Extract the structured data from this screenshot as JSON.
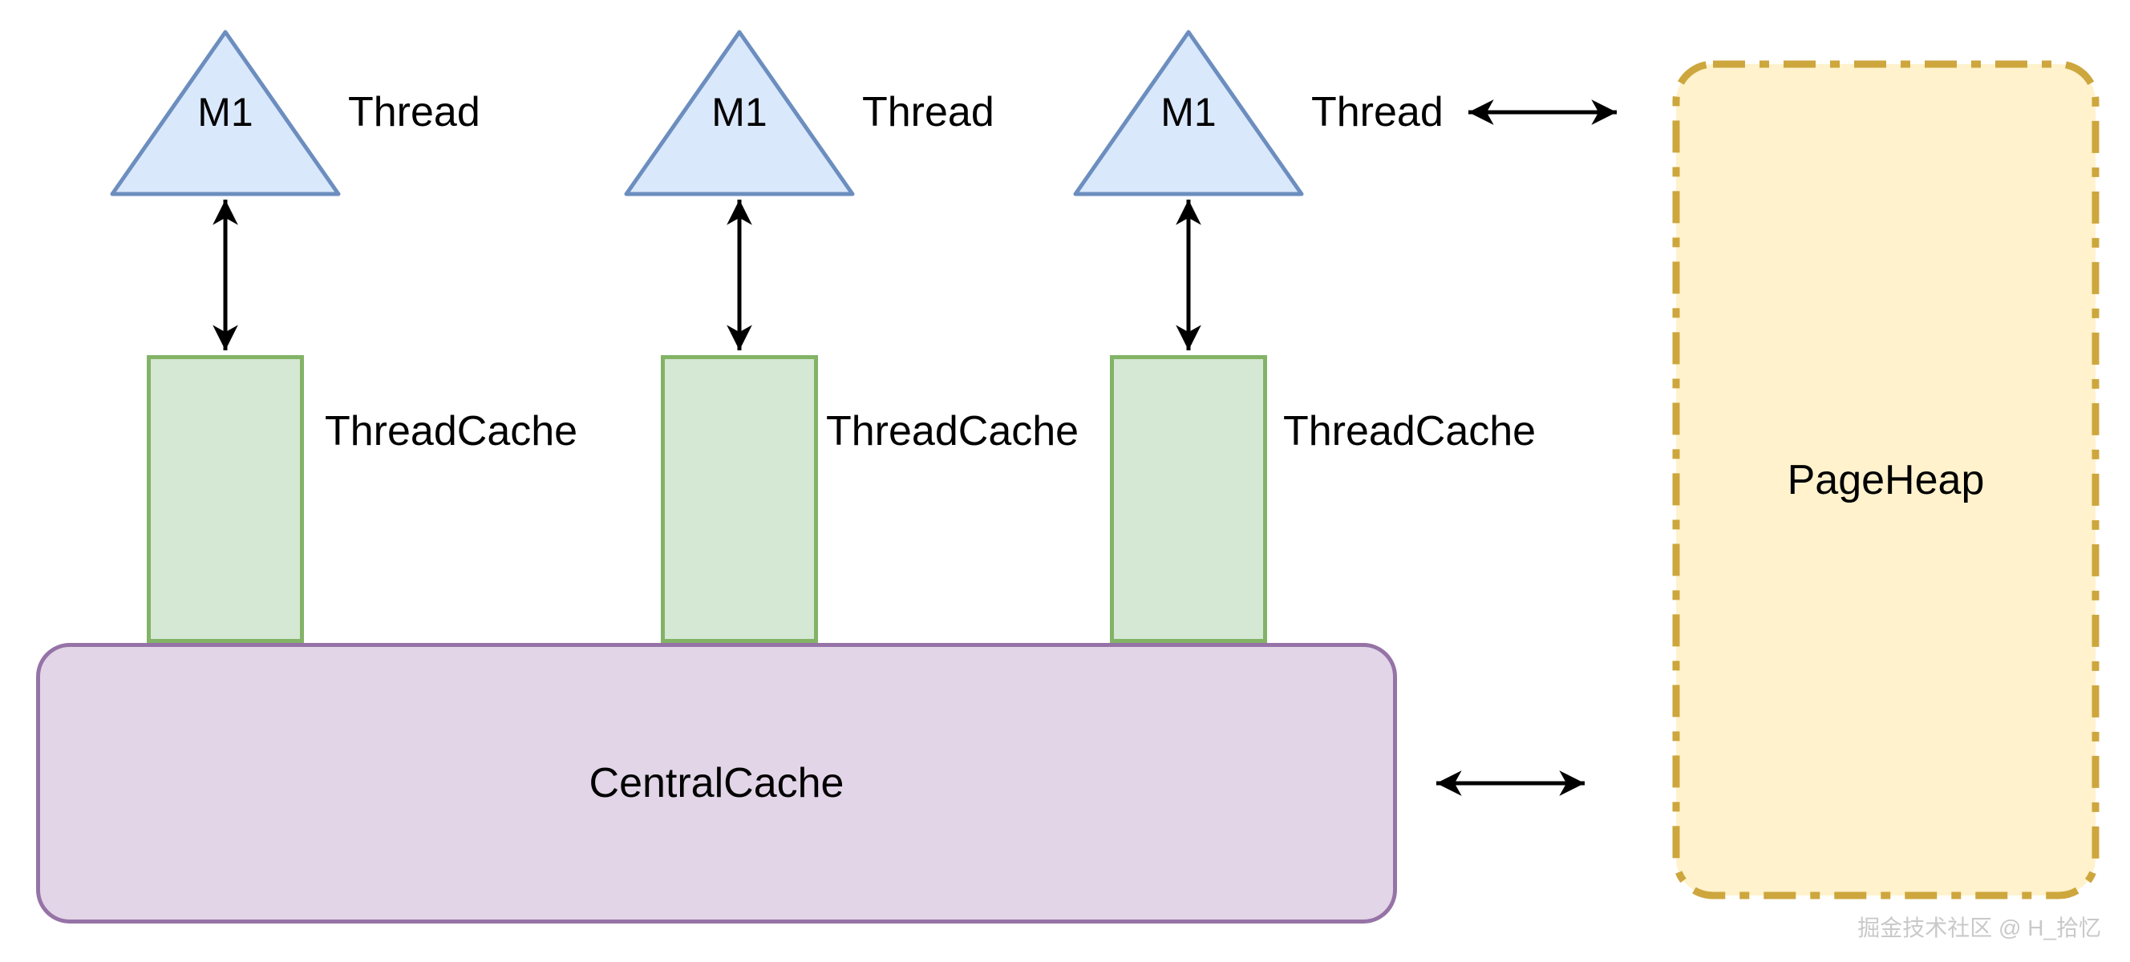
{
  "diagram": {
    "threads": [
      {
        "triangle_label": "M1",
        "label": "Thread",
        "cache_label": "ThreadCache"
      },
      {
        "triangle_label": "M1",
        "label": "Thread",
        "cache_label": "ThreadCache"
      },
      {
        "triangle_label": "M1",
        "label": "Thread",
        "cache_label": "ThreadCache"
      }
    ],
    "central_cache": {
      "label": "CentralCache"
    },
    "page_heap": {
      "label": "PageHeap"
    }
  },
  "colors": {
    "triangle_fill": "#dae8fc",
    "triangle_stroke": "#6c8ebf",
    "threadcache_fill": "#d5e8d4",
    "threadcache_stroke": "#82b366",
    "centralcache_fill": "#e1d5e7",
    "centralcache_stroke": "#9673a6",
    "pageheap_fill": "#fff2cc",
    "pageheap_stroke": "#cda63d",
    "arrow": "#000000",
    "watermark_text": "#c9c9c9"
  },
  "watermark": "掘金技术社区 @ H_拾忆"
}
